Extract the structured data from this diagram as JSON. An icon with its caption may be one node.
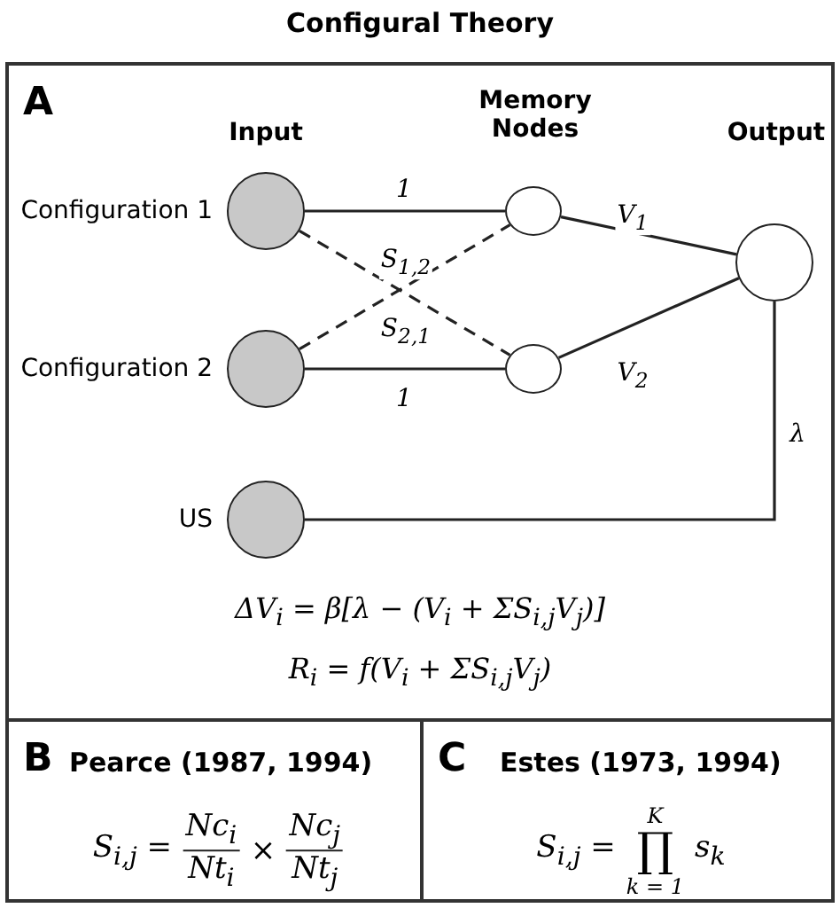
{
  "diagram": {
    "title": "Configural Theory",
    "nodes": [
      {
        "text": [
          "A",
          "ΔV$_{i}$ = β[λ − (V$_{i}$ + ΣS$_{i,j}$V$_{j}$)]",
          "R$_{i}$ = f(V$_{i}$ + ΣS$_{i,j}$V$_{j}$)"
        ]
      },
      {
        "text": [],
        "shape": "circle",
        "in": 0,
        "beside": [
          "Configuration 1"
        ]
      },
      {
        "text": [],
        "shape": "circle",
        "in": 0,
        "beside": [
          "Configuration 2"
        ]
      },
      {
        "text": [],
        "shape": "circle",
        "in": 0,
        "beside": [
          "US"
        ]
      },
      {
        "text": [],
        "shape": "circle",
        "in": 0
      },
      {
        "text": [],
        "shape": "circle",
        "in": 0
      },
      {
        "text": [],
        "shape": "circle",
        "in": 0
      },
      {
        "text": [
          "B",
          "Pearce (1987, 1994)",
          "S$_{i,j}$ =",
          "Nc$_{i}$",
          "Nt$_{i}$",
          "×",
          "Nc$_{j}$",
          "Nt$_{j}$"
        ]
      },
      {
        "text": [
          "C",
          "Estes (1973, 1994)",
          "S$_{i,j}$ =",
          "K",
          "∏",
          "k = 1",
          "s$_{k}$"
        ]
      }
    ],
    "edges": [
      {
        "from": 1,
        "to": 4,
        "arrow": "none",
        "label": "1"
      },
      {
        "from": 1,
        "to": 5,
        "arrow": "none",
        "label": "S$_{1,2}$",
        "style": "dashed"
      },
      {
        "from": 2,
        "to": 4,
        "arrow": "none",
        "label": "S$_{2,1}$",
        "style": "dashed"
      },
      {
        "from": 2,
        "to": 5,
        "arrow": "none",
        "label": "1"
      },
      {
        "from": 4,
        "to": 6,
        "arrow": "none",
        "label": "V$_{1}$"
      },
      {
        "from": 5,
        "to": 6,
        "arrow": "none",
        "label": "V$_{2}$"
      },
      {
        "from": 3,
        "to": 6,
        "arrow": "none",
        "label": "λ"
      }
    ],
    "labels": [
      "Input",
      "Memory Nodes",
      "Output"
    ]
  }
}
